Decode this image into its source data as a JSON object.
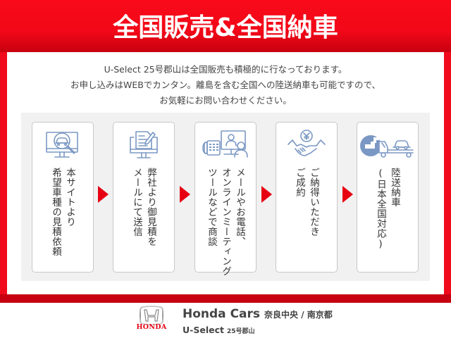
{
  "banner": {
    "title": "全国販売&全国納車",
    "color": "#f00a1c"
  },
  "intro": {
    "lines": [
      "U-Select 25号郡山は全国販売も積極的に行なっております。",
      "お申し込みはWEBでカンタン。離島を含む全国への陸送納車も可能ですので、",
      "お気軽にお問い合わせください。"
    ]
  },
  "steps": [
    {
      "icon": "monitor-search-car-icon",
      "lines": [
        "本サイトより",
        "希望車種の見積依頼"
      ]
    },
    {
      "icon": "monitor-document-pen-icon",
      "lines": [
        "弊社より御見積を",
        "メールにて送信"
      ]
    },
    {
      "icon": "phone-video-meeting-icon",
      "lines": [
        "メールやお電話、",
        "オンラインミーティング",
        "ツールなどで商談"
      ]
    },
    {
      "icon": "yen-handshake-icon",
      "lines": [
        "ご納得いただき",
        "ご成約"
      ]
    },
    {
      "icon": "car-carrier-truck-icon",
      "lines": [
        "陸送納車",
        "(日本全国対応)"
      ]
    }
  ],
  "arrow_color": "#e60012",
  "icon_color": "#7b98c4",
  "footer": {
    "logo_word": "HONDA",
    "line1_brand": "Honda Cars",
    "line1_store": "奈良中央 / 南京都",
    "line2_brand": "U-Select",
    "line2_store": "25号郡山"
  }
}
